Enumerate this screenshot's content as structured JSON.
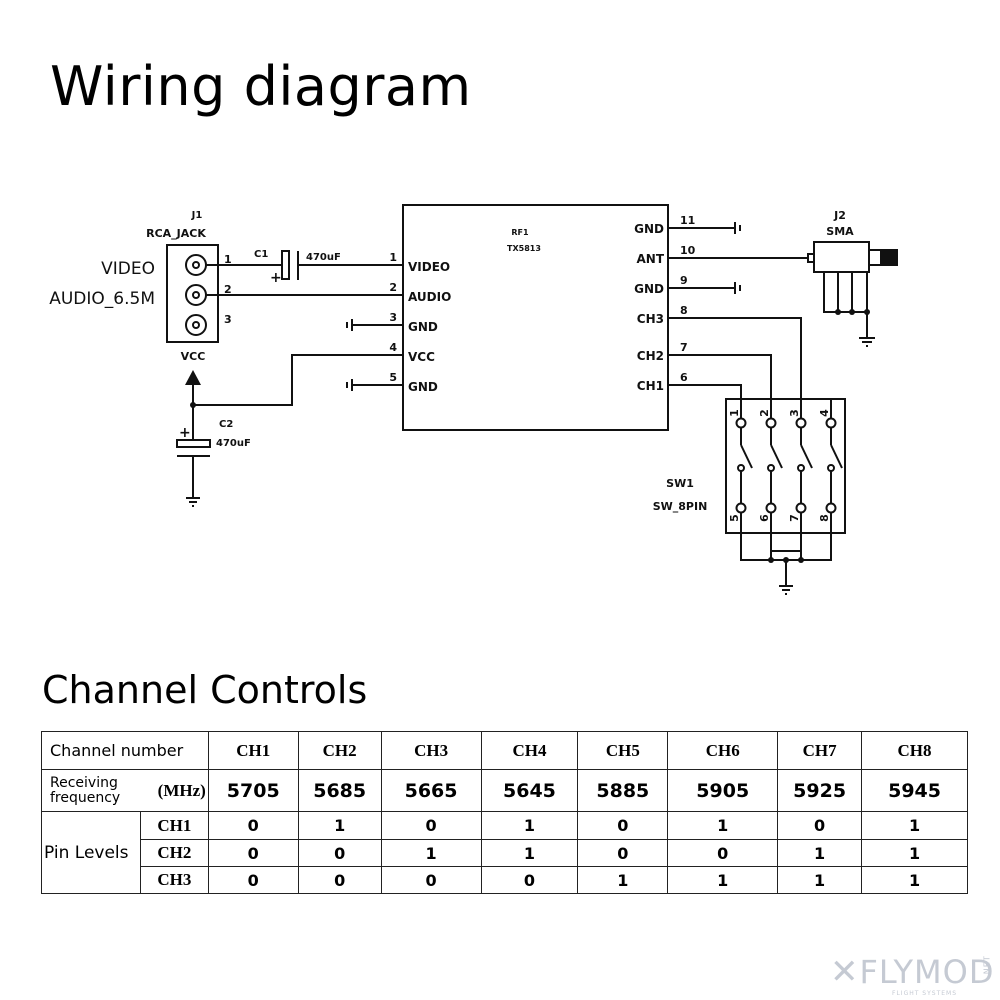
{
  "title": "Wiring diagram",
  "diagram": {
    "j1": {
      "ref": "J1",
      "name": "RCA_JACK",
      "pins": [
        "1",
        "2",
        "3"
      ]
    },
    "signal_labels": [
      "VIDEO",
      "AUDIO_6.5M"
    ],
    "c1": {
      "ref": "C1",
      "value": "470uF",
      "polarity": "+"
    },
    "c2": {
      "ref": "C2",
      "value": "470uF",
      "polarity": "+"
    },
    "vcc_label": "VCC",
    "rf1": {
      "ref": "RF1",
      "name": "TX5813",
      "left_pins": [
        {
          "num": "1",
          "name": "VIDEO"
        },
        {
          "num": "2",
          "name": "AUDIO"
        },
        {
          "num": "3",
          "name": "GND"
        },
        {
          "num": "4",
          "name": "VCC"
        },
        {
          "num": "5",
          "name": "GND"
        }
      ],
      "right_pins": [
        {
          "num": "11",
          "name": "GND"
        },
        {
          "num": "10",
          "name": "ANT"
        },
        {
          "num": "9",
          "name": "GND"
        },
        {
          "num": "8",
          "name": "CH3"
        },
        {
          "num": "7",
          "name": "CH2"
        },
        {
          "num": "6",
          "name": "CH1"
        }
      ]
    },
    "j2": {
      "ref": "J2",
      "name": "SMA"
    },
    "sw1": {
      "ref": "SW1",
      "name": "SW_8PIN",
      "top_pins": [
        "1",
        "2",
        "3",
        "4"
      ],
      "bottom_pins": [
        "5",
        "6",
        "7",
        "8"
      ]
    }
  },
  "table_title": "Channel Controls",
  "table": {
    "channel_label": "Channel number",
    "channels": [
      "CH1",
      "CH2",
      "CH3",
      "CH4",
      "CH5",
      "CH6",
      "CH7",
      "CH8"
    ],
    "freq_label": "Receiving frequency",
    "freq_unit": "(MHz)",
    "frequencies": [
      "5705",
      "5685",
      "5665",
      "5645",
      "5885",
      "5905",
      "5925",
      "5945"
    ],
    "pin_levels_label": "Pin Levels",
    "pin_rows": [
      {
        "pin": "CH1",
        "values": [
          "0",
          "1",
          "0",
          "1",
          "0",
          "1",
          "0",
          "1"
        ]
      },
      {
        "pin": "CH2",
        "values": [
          "0",
          "0",
          "1",
          "1",
          "0",
          "0",
          "1",
          "1"
        ]
      },
      {
        "pin": "CH3",
        "values": [
          "0",
          "0",
          "0",
          "0",
          "1",
          "1",
          "1",
          "1"
        ]
      }
    ]
  },
  "watermark": {
    "brand": "FLYMOD",
    "tagline": "FLIGHT SYSTEMS",
    "suffix": ".NET"
  }
}
